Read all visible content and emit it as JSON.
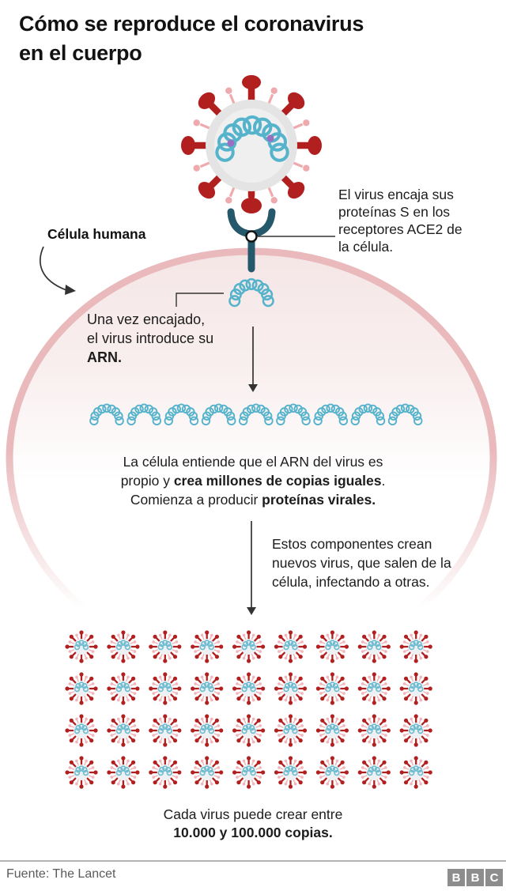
{
  "title": {
    "line1": "Cómo se reproduce el coronavirus",
    "line2": "en el cuerpo"
  },
  "annotations": {
    "receptor_note": {
      "lines": [
        "El virus encaja sus",
        "proteínas S en los",
        "receptores ACE2 de",
        "la célula."
      ]
    },
    "cell_label": "Célula humana",
    "rna_note": {
      "line1": "Una vez encajado,",
      "line2": "el virus introduce su",
      "bold": "ARN."
    },
    "copies_note": {
      "line1": "La célula entiende que el ARN del virus es",
      "line2_pre": "propio y ",
      "line2_bold": "crea millones de copias iguales",
      "line2_post": ".",
      "line3_pre": "Comienza a producir ",
      "line3_bold": "proteínas virales."
    },
    "components_note": {
      "lines": [
        "Estos componentes crean",
        "nuevos virus, que salen de la",
        "célula, infectando a otras."
      ]
    },
    "bottom_note": {
      "line1": "Cada virus puede crear entre",
      "line2_bold": "10.000 y 100.000 copias."
    }
  },
  "diagram": {
    "rna_copies_row": {
      "count": 9
    },
    "virus_grid": {
      "rows": 4,
      "cols": 9
    },
    "colors": {
      "virus_red": "#b21f1f",
      "spike_pink": "#efaaad",
      "rna_blue": "#55b3cb",
      "rna_purple": "#9a6fc0",
      "virus_body_gray": "#e5e4e5",
      "cell_border_pink": "#e9b9bc",
      "cell_fill_pink": "#f5e6e6",
      "receptor_teal": "#24586a"
    }
  },
  "footer": {
    "source": "Fuente: The Lancet",
    "logo": [
      "B",
      "B",
      "C"
    ]
  }
}
